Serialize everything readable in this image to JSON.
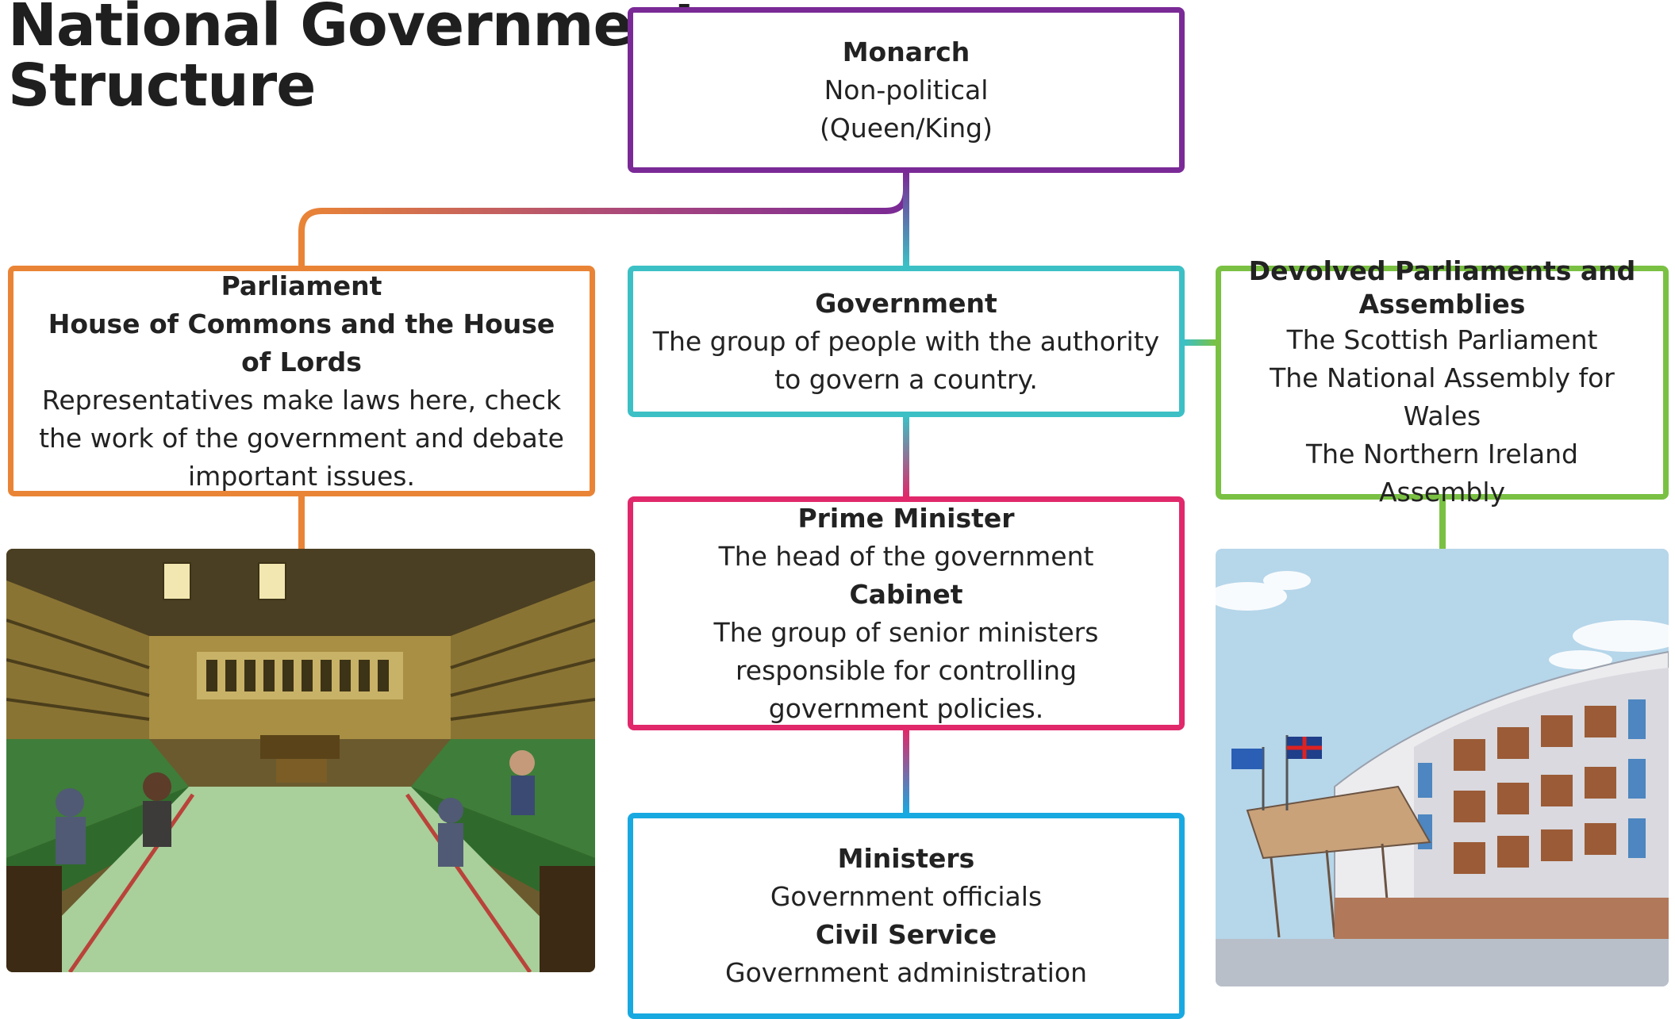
{
  "title": {
    "line1": "National Government",
    "line2": "Structure"
  },
  "monarch": {
    "heading": "Monarch",
    "line1": "Non-political",
    "line2": "(Queen/King)"
  },
  "parliament": {
    "heading": "Parliament",
    "subheading": "House of Commons and the House of Lords",
    "text": "Representatives make laws here, check the work of the government and debate important issues."
  },
  "government": {
    "heading": "Government",
    "text": "The group of people with the authority to govern a country."
  },
  "devolved": {
    "heading": "Devolved Parliaments and Assemblies",
    "line1": "The Scottish Parliament",
    "line2": "The National Assembly for Wales",
    "line3": "The Northern Ireland Assembly"
  },
  "prime_minister": {
    "heading": "Prime Minister",
    "text": "The head of the government",
    "cabinet_heading": "Cabinet",
    "cabinet_text": "The group of senior ministers responsible for controlling government policies."
  },
  "ministers": {
    "heading": "Ministers",
    "text": "Government officials",
    "civil_heading": "Civil Service",
    "civil_text": "Government administration"
  },
  "images": {
    "commons": "house-of-commons-illustration",
    "holyrood": "scottish-parliament-building-illustration"
  },
  "colors": {
    "monarch": "#7a2a96",
    "parliament": "#e98436",
    "government": "#3cc0c5",
    "devolved": "#7ac143",
    "prime_minister": "#e0286a",
    "ministers": "#19a9e1"
  }
}
